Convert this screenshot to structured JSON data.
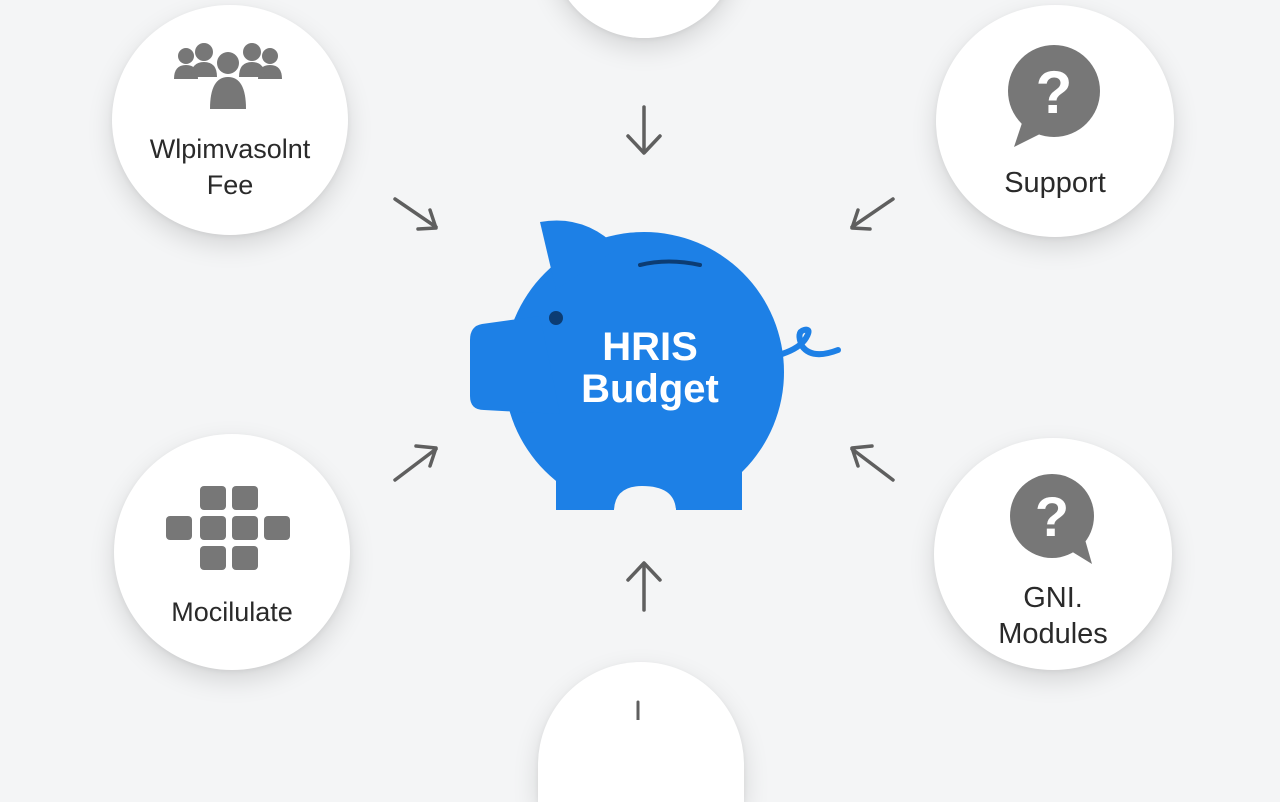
{
  "center": {
    "line1": "HRIS",
    "line2": "Budget",
    "icon": "piggy-bank-icon",
    "color": "#1d80e6"
  },
  "nodes": [
    {
      "id": "top",
      "label": "",
      "icon": ""
    },
    {
      "id": "implementation-fee",
      "label": "Wlpimvasolnt\nFee",
      "icon": "people-icon"
    },
    {
      "id": "support",
      "label": "Support",
      "icon": "question-bubble-icon"
    },
    {
      "id": "modules",
      "label": "Mocilulate",
      "icon": "grid-icon"
    },
    {
      "id": "gm-modules",
      "label": "GNI.\nModules",
      "icon": "question-bubble-icon"
    },
    {
      "id": "bottom",
      "label": "",
      "icon": ""
    }
  ],
  "colors": {
    "background": "#f4f5f6",
    "node": "#ffffff",
    "icon": "#777777",
    "arrow": "#5f5f5f",
    "text": "#2a2a2a"
  }
}
